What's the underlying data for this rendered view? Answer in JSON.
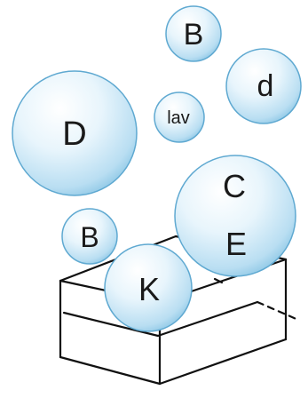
{
  "diagram": {
    "bubbles": [
      {
        "id": "b-top",
        "label": "B"
      },
      {
        "id": "d-small",
        "label": "d"
      },
      {
        "id": "lav",
        "label": "lav"
      },
      {
        "id": "D-big",
        "label": "D"
      },
      {
        "id": "B-left",
        "label": "B"
      },
      {
        "id": "CE",
        "label": "C",
        "label2": "E"
      },
      {
        "id": "K",
        "label": "K"
      }
    ],
    "colors": {
      "bubble_fill": "#d6ecf7",
      "bubble_edge": "#8fc8e6",
      "bubble_highlight": "#ffffff",
      "outline": "#111111"
    }
  }
}
